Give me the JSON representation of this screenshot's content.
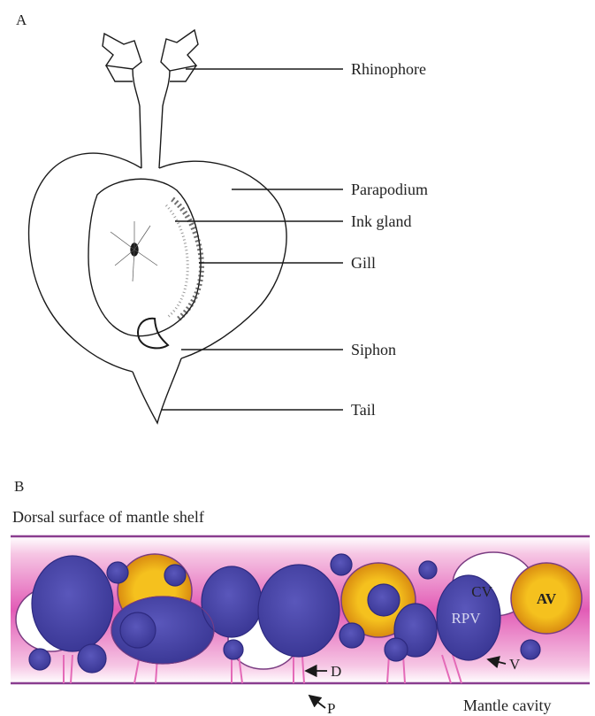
{
  "panel_a": {
    "letter": "A",
    "labels": {
      "rhinophore": "Rhinophore",
      "parapodium": "Parapodium",
      "ink_gland": "Ink gland",
      "gill": "Gill",
      "siphon": "Siphon",
      "tail": "Tail"
    }
  },
  "panel_b": {
    "letter": "B",
    "top_label": "Dorsal surface of mantle shelf",
    "bottom_label": "Mantle cavity",
    "cell_labels": {
      "cv": "CV",
      "av": "AV",
      "rpv": "RPV"
    },
    "arrow_labels": {
      "d": "D",
      "v": "V",
      "p": "P"
    }
  },
  "colors": {
    "line": "#1a1a1a",
    "band_edge": "#ffffff",
    "band_mid": "#e060b8",
    "band_line": "#8a3d8f",
    "blue_cell": "#4a47a8",
    "blue_cell_dark": "#2e2a80",
    "yellow_cell": "#f2b41c",
    "white_cell": "#ffffff"
  }
}
